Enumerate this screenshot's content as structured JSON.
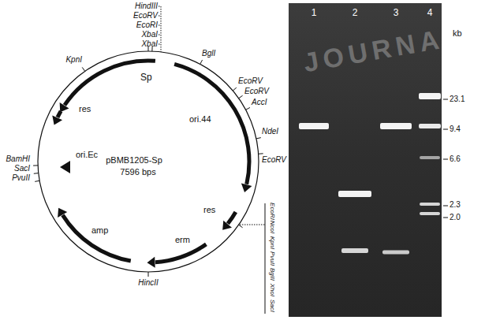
{
  "diagram": {
    "labels": [
      "HindIII",
      "EcoRV",
      "EcoRI",
      "XbaI",
      "XbaI",
      "KpnI",
      "BglI",
      "EcoRV",
      "EcoRV",
      "AccI",
      "NdeI",
      "EcoRV",
      "BamHI",
      "SacI",
      "PvuII",
      "HincII",
      "EcoRI",
      "NcoI",
      "KpnI",
      "PvuII",
      "BglII",
      "XhoI",
      "SacI",
      "Sp",
      "ori.44",
      "res",
      "erm",
      "amp",
      "ori.Ec",
      "res",
      "pBMB1205-Sp",
      "7596 bps",
      "1",
      "2",
      "3",
      "4",
      "kb",
      "23.1",
      "9.4",
      "6.6",
      "2.3",
      "2.0",
      "JOURNAL"
    ]
  }
}
